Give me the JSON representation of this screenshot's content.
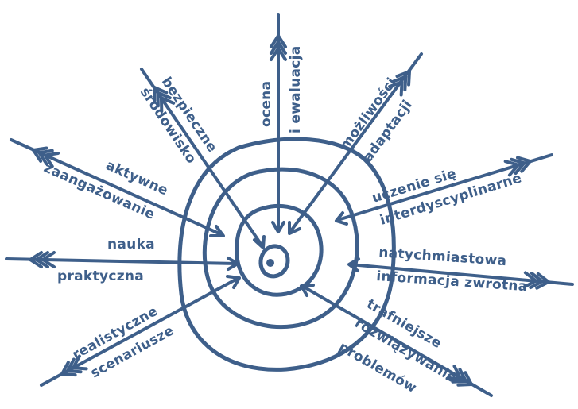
{
  "colors": {
    "ink": "#3e5f8a",
    "background": "#ffffff"
  },
  "labels": {
    "ocena": {
      "line1": "ocena",
      "line2": "i ewaluacja"
    },
    "bezpieczne": {
      "line1": "bezpieczne",
      "line2": "środowisko"
    },
    "mozliwosci": {
      "line1": "możliwości",
      "line2": "adaptacji"
    },
    "aktywne": {
      "line1": "aktywne",
      "line2": "zaangażowanie"
    },
    "uczenie": {
      "line1": "uczenie się",
      "line2": "interdyscyplinarne"
    },
    "nauka": {
      "line1": "nauka",
      "line2": "praktyczna"
    },
    "natychmiastowa": {
      "line1": "natychmiastowa",
      "line2": "informacja zwrotna"
    },
    "realistyczne": {
      "line1": "realistyczne",
      "line2": "scenariusze"
    },
    "trafniejsze": {
      "line1": "trafniejsze",
      "line2": "rozwiązywanie",
      "line3": "problemów"
    }
  }
}
